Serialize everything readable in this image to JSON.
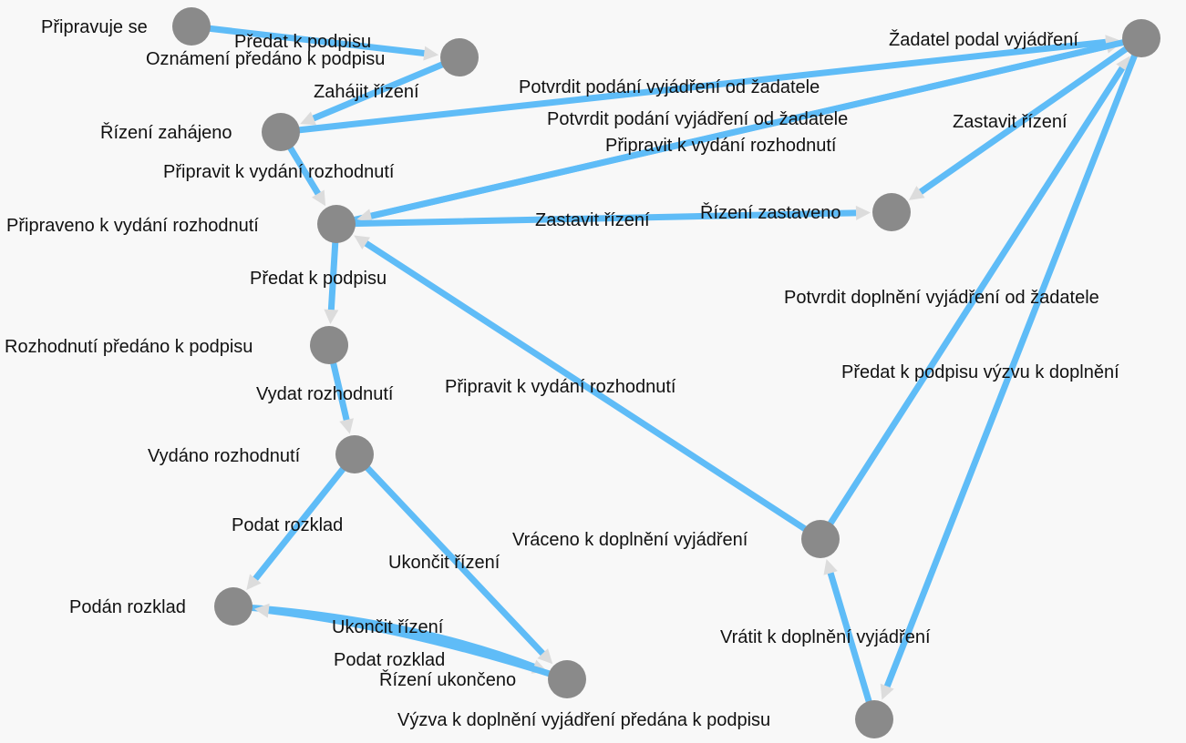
{
  "nodes": [
    {
      "id": "n1",
      "label": "Připravuje se"
    },
    {
      "id": "n2",
      "label": "Oznámení předáno k podpisu"
    },
    {
      "id": "n3",
      "label": "Řízení zahájeno"
    },
    {
      "id": "n4",
      "label": "Připraveno k vydání rozhodnutí"
    },
    {
      "id": "n5",
      "label": "Rozhodnutí předáno k podpisu"
    },
    {
      "id": "n6",
      "label": "Vydáno rozhodnutí"
    },
    {
      "id": "n7",
      "label": "Podán rozklad"
    },
    {
      "id": "n8",
      "label": "Řízení ukončeno"
    },
    {
      "id": "n9",
      "label": "Žadatel podal vyjádření"
    },
    {
      "id": "n10",
      "label": "Řízení zastaveno"
    },
    {
      "id": "n11",
      "label": "Vráceno k doplnění vyjádření"
    },
    {
      "id": "n12",
      "label": "Výzva k doplnění vyjádření předána k podpisu"
    }
  ],
  "edges": [
    {
      "from": "n1",
      "to": "n2",
      "label": "Předat k podpisu"
    },
    {
      "from": "n2",
      "to": "n3",
      "label": "Zahájit řízení"
    },
    {
      "from": "n3",
      "to": "n9",
      "label": "Potvrdit podání vyjádření od žadatele"
    },
    {
      "from": "n3",
      "to": "n4",
      "label": "Připravit k vydání rozhodnutí"
    },
    {
      "from": "n4",
      "to": "n9",
      "label": "Potvrdit podání vyjádření od žadatele"
    },
    {
      "from": "n9",
      "to": "n4",
      "label": "Připravit k vydání rozhodnutí"
    },
    {
      "from": "n9",
      "to": "n10",
      "label": "Zastavit řízení"
    },
    {
      "from": "n4",
      "to": "n10",
      "label": "Zastavit řízení"
    },
    {
      "from": "n4",
      "to": "n5",
      "label": "Předat k podpisu"
    },
    {
      "from": "n5",
      "to": "n6",
      "label": "Vydat rozhodnutí"
    },
    {
      "from": "n6",
      "to": "n7",
      "label": "Podat rozklad"
    },
    {
      "from": "n6",
      "to": "n8",
      "label": "Ukončit řízení"
    },
    {
      "from": "n7",
      "to": "n8",
      "label": "Ukončit řízení"
    },
    {
      "from": "n8",
      "to": "n7",
      "label": "Podat rozklad"
    },
    {
      "from": "n11",
      "to": "n4",
      "label": "Připravit k vydání rozhodnutí"
    },
    {
      "from": "n11",
      "to": "n9",
      "label": "Potvrdit doplnění vyjádření od žadatele"
    },
    {
      "from": "n9",
      "to": "n12",
      "label": "Předat k podpisu výzvu k doplnění"
    },
    {
      "from": "n12",
      "to": "n11",
      "label": "Vrátit k doplnění vyjádření"
    }
  ]
}
